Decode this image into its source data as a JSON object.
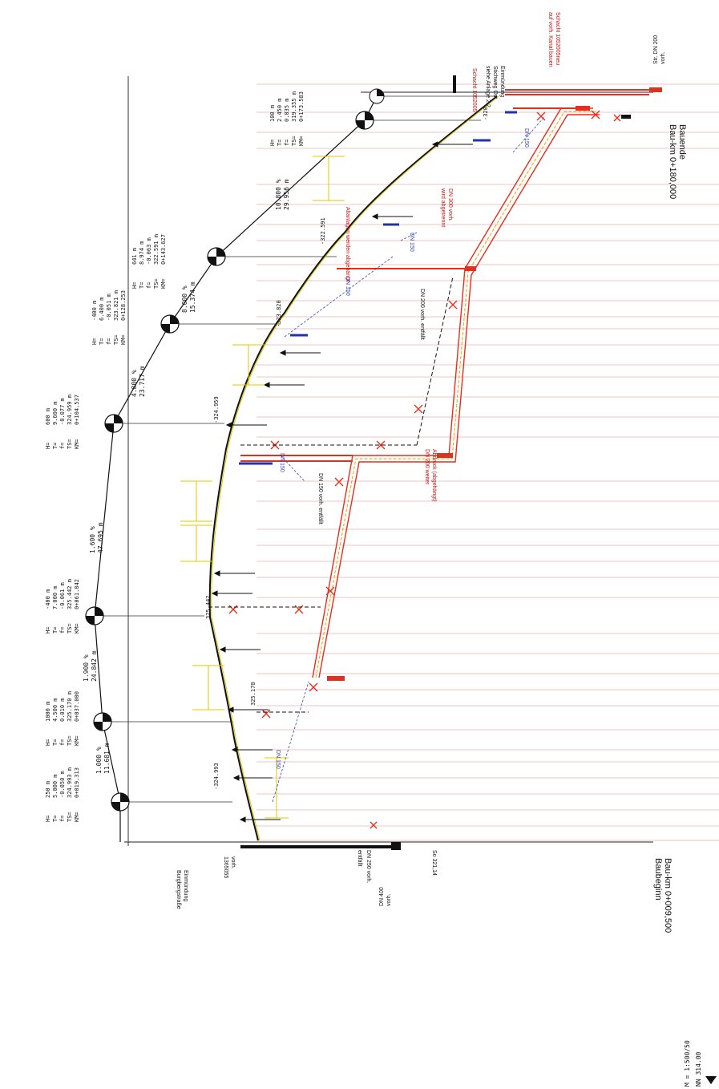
{
  "vertical_curves": [
    {
      "id": "vc0",
      "H": "250 m",
      "T": "5.000 m",
      "f": "-0.050 m",
      "TS": "324.993 m",
      "KM": "0+019.313"
    },
    {
      "id": "vc1",
      "H": "1000 m",
      "T": "4.500 m",
      "f": "0.010 m",
      "TS": "325.170 m",
      "KM": "0+037.000"
    },
    {
      "id": "vc2",
      "H": "-400 m",
      "T": "7.000 m",
      "f": "-0.061 m",
      "TS": "325.442 m",
      "KM": "0+061.842"
    },
    {
      "id": "vc3",
      "H": "600 m",
      "T": "9.600 m",
      "f": "-0.077 m",
      "TS": "324.959 m",
      "KM": "0+104.537"
    },
    {
      "id": "vc4",
      "H": "-400 m",
      "T": "6.400 m",
      "f": "-0.051 m",
      "TS": "323.821 m",
      "KM": "0+128.253"
    },
    {
      "id": "vc5",
      "H": "641 m",
      "T": "8.974 m",
      "f": "-0.063 m",
      "TS": "322.591 m",
      "KM": "0+143.627"
    },
    {
      "id": "vc6",
      "H": "100 m",
      "T": "2.450 m",
      "f": "0.035 m",
      "TS": "319.355 m",
      "KM": "0+173.583"
    }
  ],
  "grades": [
    {
      "pct": "1.000 %",
      "len": "11.681 m"
    },
    {
      "pct": "1.900 %",
      "len": "24.842 m"
    },
    {
      "pct": "1.600 %",
      "len": "47.695 m"
    },
    {
      "pct": "4.800 %",
      "len": "23.717 m"
    },
    {
      "pct": "8.000 %",
      "len": "15.374 m"
    },
    {
      "pct": "10.800 %",
      "len": "29.956 m"
    }
  ],
  "labels": {
    "vc_keys": [
      "H=",
      "T=",
      "f=",
      "TS=",
      "KM="
    ],
    "baubeginn": "Baubeginn",
    "bau_km_start": "Bau-km 0+009,500",
    "bauende": "Bauende",
    "bau_km_end": "Bau-km 0+180,000",
    "str_dn200": "Str. DN 200",
    "vorh": "vorh.",
    "dn250": "DN 250 vorh.",
    "entfaellt": "entfällt",
    "so_321": "So 321,14",
    "dn400": "DN 400",
    "vorh2": "vorh.",
    "einmuendung_burg": "Einmündung",
    "burgbergstrasse": "Burgbergstraße",
    "schacht_1365055": "1365055",
    "vorh3": "vorh.",
    "einmuendung_2": "Einmündung",
    "stichweg": "Stichweg Ost",
    "siehe_anlage": "siehe Anlage 2.2",
    "schacht_neu_1": "Schacht 1052005neu",
    "schacht_neu_2": "auf vorh. Kanal bauen",
    "schacht_105": "Schacht 1052005",
    "dn150_vorh_entfaellt": "DN 150 vorh. entfällt",
    "dn200_vorh_entfaellt": "DN 200 vorh. entfällt",
    "dn300_vorh": "DN 300 vorh.",
    "wird_abgetrennt": "wird abgetrennt",
    "anlagen_abgehaengt": "Altanlagen werden abgehängt",
    "abdruck_1": "Abdruck (abgehängt)",
    "abdruck_2": "DN 200 weiter",
    "dn150": "DN 150",
    "el_324993": "-324.993",
    "el_325170": "325.170",
    "el_325442": "325.442",
    "el_324959": "-324.959",
    "el_323820": "-323.820",
    "el_322591": "-322.591",
    "el_325": "-320",
    "scale_m": "M = 1:500/50",
    "scale_nn": "NN   314.00"
  }
}
